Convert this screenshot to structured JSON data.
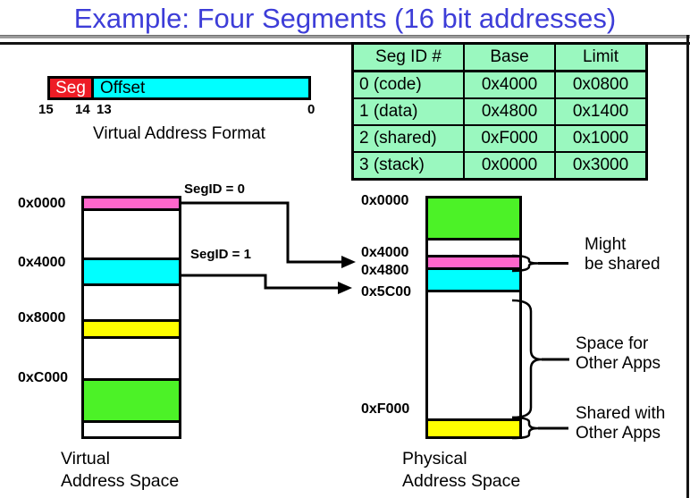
{
  "title": "Example: Four Segments (16 bit addresses)",
  "colors": {
    "title_blue": "#3D3DD8",
    "seg_red": "#EE1C25",
    "cyan": "#00FFFF",
    "pink": "#FF66CC",
    "yellow": "#FFFF00",
    "green": "#4CF227",
    "table_bg": "#9AF8BF",
    "rule_gray": "#9B9B9B"
  },
  "address_format": {
    "seg_label": "Seg",
    "offset_label": "Offset",
    "bits": [
      "15",
      "14",
      "13",
      "0"
    ],
    "caption": "Virtual Address Format"
  },
  "segment_table": {
    "headers": [
      "Seg ID #",
      "Base",
      "Limit"
    ],
    "rows": [
      [
        "0 (code)",
        "0x4000",
        "0x0800"
      ],
      [
        "1 (data)",
        "0x4800",
        "0x1400"
      ],
      [
        "2 (shared)",
        "0xF000",
        "0x1000"
      ],
      [
        "3 (stack)",
        "0x0000",
        "0x3000"
      ]
    ]
  },
  "virtual_space": {
    "labels": [
      "0x0000",
      "0x4000",
      "0x8000",
      "0xC000"
    ],
    "caption_line1": "Virtual",
    "caption_line2": "Address Space"
  },
  "physical_space": {
    "labels": [
      "0x0000",
      "0x4000",
      "0x4800",
      "0x5C00",
      "0xF000"
    ],
    "caption_line1": "Physical",
    "caption_line2": "Address Space"
  },
  "arrows": {
    "seg0_label": "SegID = 0",
    "seg1_label": "SegID = 1"
  },
  "annotations": {
    "might": [
      "Might",
      "be shared"
    ],
    "space": [
      "Space for",
      "Other Apps"
    ],
    "shared": [
      "Shared with",
      "Other Apps"
    ]
  }
}
